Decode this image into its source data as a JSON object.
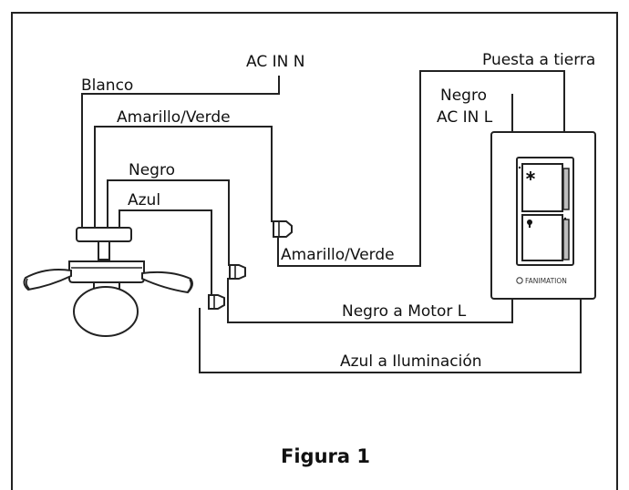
{
  "labels": {
    "ac_in_n": "AC IN N",
    "blanco": "Blanco",
    "amarillo_verde_top": "Amarillo/Verde",
    "negro": "Negro",
    "azul": "Azul",
    "amarillo_verde_bottom": "Amarillo/Verde",
    "puesta_a_tierra": "Puesta a tierra",
    "negro_ac_line1": "Negro",
    "negro_ac_line2": "AC IN L",
    "negro_a_motor": "Negro a Motor L",
    "azul_a_iluminacion": "Azul a Iluminación",
    "brand": "FANIMATION"
  },
  "caption": "Figura 1",
  "icons": {
    "fan_symbol": "asterisk-fan-icon",
    "light_symbol": "bulb-icon"
  }
}
